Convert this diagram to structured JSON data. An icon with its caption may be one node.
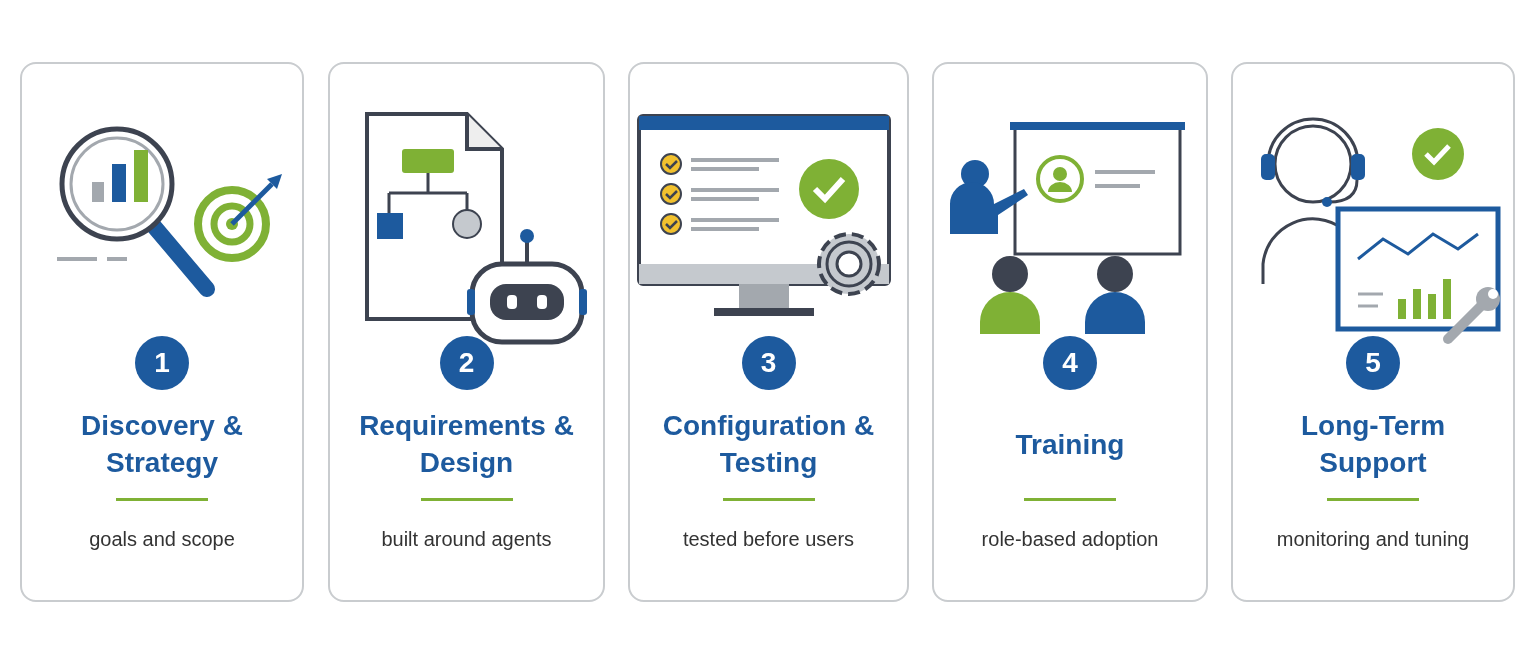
{
  "diagram": {
    "nodes": [
      {
        "text": [
          "Discovery & Strategy",
          "goals and scope"
        ]
      },
      {
        "text": [
          "1"
        ],
        "in": 0
      },
      {
        "text": [
          "Requirements & Design",
          "built around agents"
        ]
      },
      {
        "text": [
          "2"
        ],
        "in": 2
      },
      {
        "text": [
          "Configuration & Testing",
          "tested before users"
        ]
      },
      {
        "text": [
          "3"
        ],
        "in": 4
      },
      {
        "text": [
          "Training",
          "role-based adoption"
        ]
      },
      {
        "text": [
          "4"
        ],
        "in": 6
      },
      {
        "text": [
          "Long-Term Support",
          "monitoring and tuning"
        ]
      },
      {
        "text": [
          "5"
        ],
        "in": 8
      }
    ]
  }
}
